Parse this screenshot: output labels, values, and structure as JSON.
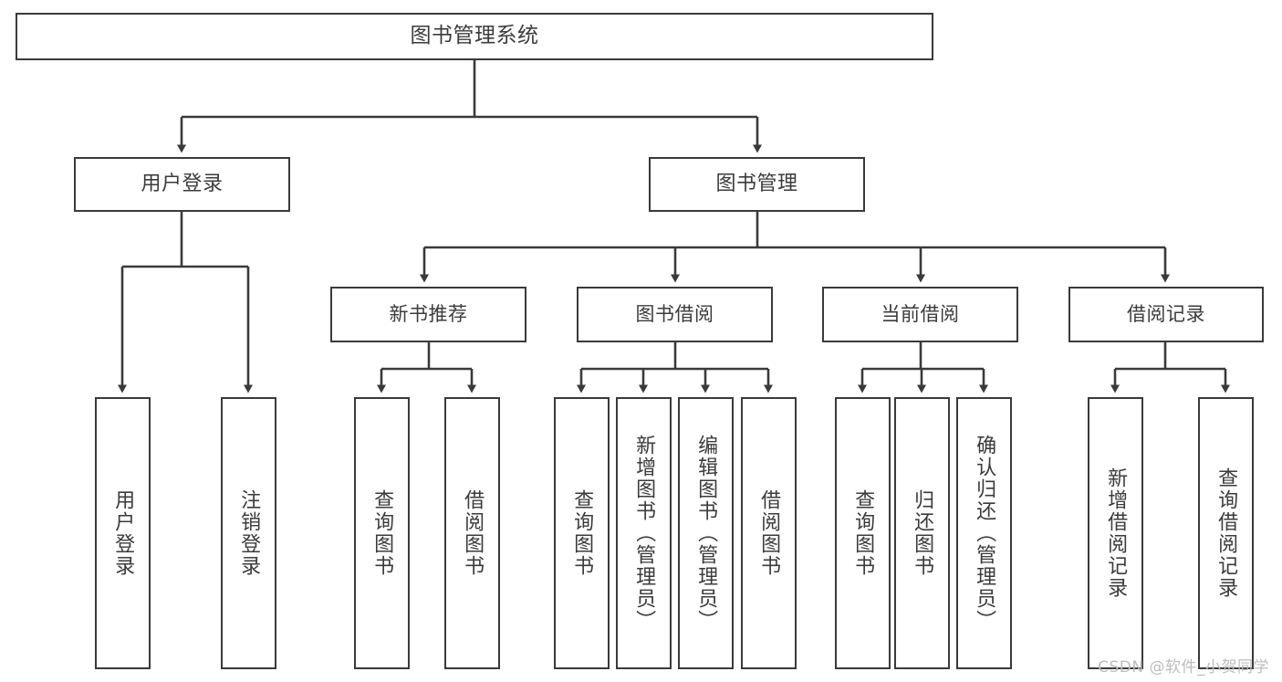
{
  "diagram": {
    "title": "图书管理系统",
    "watermark": "CSDN @软件_小贺同学",
    "line_color": "#3a3a3a",
    "box_border_color": "#3a3a3a",
    "box_fill_color": "#ffffff",
    "text_color": "#3b3b3b",
    "background_color": "#ffffff"
  },
  "root": {
    "label": "图书管理系统"
  },
  "level1": [
    {
      "label": "用户登录"
    },
    {
      "label": "图书管理"
    }
  ],
  "level2": [
    {
      "label": "新书推荐"
    },
    {
      "label": "图书借阅"
    },
    {
      "label": "当前借阅"
    },
    {
      "label": "借阅记录"
    }
  ],
  "leaves": {
    "user_login": [
      {
        "label": "用户登录"
      },
      {
        "label": "注销登录"
      }
    ],
    "new_book_recommend": [
      {
        "label": "查询图书"
      },
      {
        "label": "借阅图书"
      }
    ],
    "book_borrow": [
      {
        "label": "查询图书"
      },
      {
        "label": "新增图书（管理员）"
      },
      {
        "label": "编辑图书（管理员）"
      },
      {
        "label": "借阅图书"
      }
    ],
    "current_borrow": [
      {
        "label": "查询图书"
      },
      {
        "label": "归还图书"
      },
      {
        "label": "确认归还（管理员）"
      }
    ],
    "borrow_record": [
      {
        "label": "新增借阅记录"
      },
      {
        "label": "查询借阅记录"
      }
    ]
  }
}
